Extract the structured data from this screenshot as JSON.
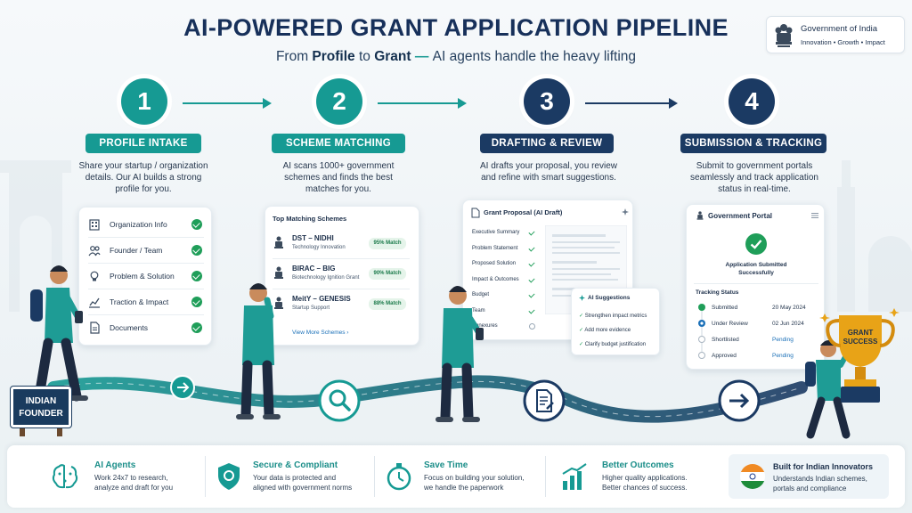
{
  "header": {
    "title": "AI-POWERED GRANT APPLICATION PIPELINE",
    "subtitle_prefix": "From ",
    "subtitle_profile": "Profile",
    "subtitle_to": " to ",
    "subtitle_grant": "Grant",
    "subtitle_dash": " — ",
    "subtitle_rest": "AI agents handle the heavy lifting"
  },
  "gov_badge": {
    "line1": "Government of India",
    "line2": "Innovation  •  Growth  •  Impact",
    "icon": "national-emblem-icon"
  },
  "steps": [
    {
      "number": "1",
      "label": "PROFILE INTAKE",
      "desc_lines": [
        "Share your startup / organization",
        "details. Our AI builds a strong",
        "profile for you."
      ],
      "color": "#169a93"
    },
    {
      "number": "2",
      "label": "SCHEME MATCHING",
      "desc_lines": [
        "AI scans 1000+ government",
        "schemes and finds the best",
        "matches for you."
      ],
      "color": "#169a93"
    },
    {
      "number": "3",
      "label": "DRAFTING & REVIEW",
      "desc_lines": [
        "AI drafts your proposal, you review",
        "and refine with smart suggestions."
      ],
      "color": "#1b3a63"
    },
    {
      "number": "4",
      "label": "SUBMISSION & TRACKING",
      "desc_lines": [
        "Submit to government portals",
        "seamlessly and track application",
        "status in real-time."
      ],
      "color": "#1b3a63"
    }
  ],
  "profile_card": {
    "items": [
      {
        "label": "Organization Info",
        "icon": "building-icon"
      },
      {
        "label": "Founder / Team",
        "icon": "team-icon"
      },
      {
        "label": "Problem & Solution",
        "icon": "lightbulb-icon"
      },
      {
        "label": "Traction & Impact",
        "icon": "chart-icon"
      },
      {
        "label": "Documents",
        "icon": "document-icon"
      }
    ]
  },
  "schemes_card": {
    "title": "Top Matching Schemes",
    "items": [
      {
        "name": "DST – NIDHI",
        "sub": "Technology Innovation",
        "match": "95% Match"
      },
      {
        "name": "BIRAC – BIG",
        "sub": "Biotechnology Ignition Grant",
        "match": "90% Match"
      },
      {
        "name": "MeitY – GENESIS",
        "sub": "Startup Support",
        "match": "88% Match"
      }
    ],
    "more": "View More Schemes  ›"
  },
  "draft_card": {
    "title": "Grant Proposal (AI Draft)",
    "sections": [
      {
        "label": "Executive Summary",
        "done": true
      },
      {
        "label": "Problem Statement",
        "done": true
      },
      {
        "label": "Proposed Solution",
        "done": true
      },
      {
        "label": "Impact & Outcomes",
        "done": true
      },
      {
        "label": "Budget",
        "done": true
      },
      {
        "label": "Team",
        "done": true
      },
      {
        "label": "Annexures",
        "done": false
      }
    ],
    "suggestions_title": "AI Suggestions",
    "suggestions": [
      "Strengthen impact metrics",
      "Add more evidence",
      "Clarify budget justification"
    ]
  },
  "portal_card": {
    "title": "Government Portal",
    "status_line1": "Application Submitted",
    "status_line2": "Successfully",
    "tracking_title": "Tracking Status",
    "tracking": [
      {
        "label": "Submitted",
        "date": "20 May 2024",
        "state": "done"
      },
      {
        "label": "Under Review",
        "date": "02 Jun 2024",
        "state": "current"
      },
      {
        "label": "Shortlisted",
        "date": "Pending",
        "state": "pending"
      },
      {
        "label": "Approved",
        "date": "Pending",
        "state": "pending"
      }
    ]
  },
  "signpost": {
    "line1": "INDIAN",
    "line2": "FOUNDER"
  },
  "trophy": {
    "line1": "GRANT",
    "line2": "SUCCESS"
  },
  "features": [
    {
      "title": "AI Agents",
      "desc_lines": [
        "Work 24x7 to research,",
        "analyze and draft for you"
      ],
      "icon": "ai-brain-icon"
    },
    {
      "title": "Secure & Compliant",
      "desc_lines": [
        "Your data is protected and",
        "aligned with government norms"
      ],
      "icon": "shield-icon"
    },
    {
      "title": "Save Time",
      "desc_lines": [
        "Focus on building your solution,",
        "we handle the paperwork"
      ],
      "icon": "stopwatch-icon"
    },
    {
      "title": "Better Outcomes",
      "desc_lines": [
        "Higher quality applications.",
        "Better chances of success."
      ],
      "icon": "growth-chart-icon"
    }
  ],
  "india_box": {
    "title": "Built for Indian Innovators",
    "desc_lines": [
      "Understands Indian schemes,",
      "portals and compliance"
    ],
    "icon": "india-flag-icon"
  },
  "colors": {
    "teal": "#169a93",
    "navy": "#1b3a63",
    "green": "#1f9e59",
    "gold": "#e8a317"
  }
}
